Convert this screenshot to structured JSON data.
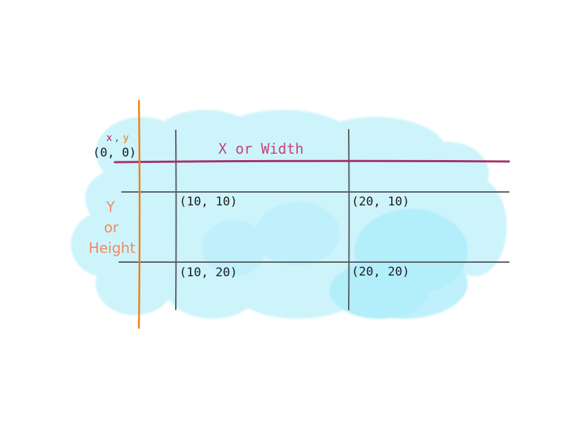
{
  "colors": {
    "background": "#ffffff",
    "cloud_light": "#cdf4fb",
    "cloud_mid": "#bff0fb",
    "cloud_dark": "#b3eefb",
    "x_axis": "#a3326b",
    "y_axis": "#f07f12",
    "grid_line": "#5a5f63",
    "coord_text": "#1b1b1b",
    "x_label": "#c0457a",
    "y_label": "#f08a63"
  },
  "legend": {
    "x": "x",
    "comma": ",",
    "y": "y"
  },
  "origin_label": "(0, 0)",
  "x_axis_label": "X or Width",
  "y_axis_label": [
    "Y",
    "or",
    "Height"
  ],
  "points": [
    {
      "label": "(10, 10)"
    },
    {
      "label": "(20, 10)"
    },
    {
      "label": "(10, 20)"
    },
    {
      "label": "(20, 20)"
    }
  ]
}
